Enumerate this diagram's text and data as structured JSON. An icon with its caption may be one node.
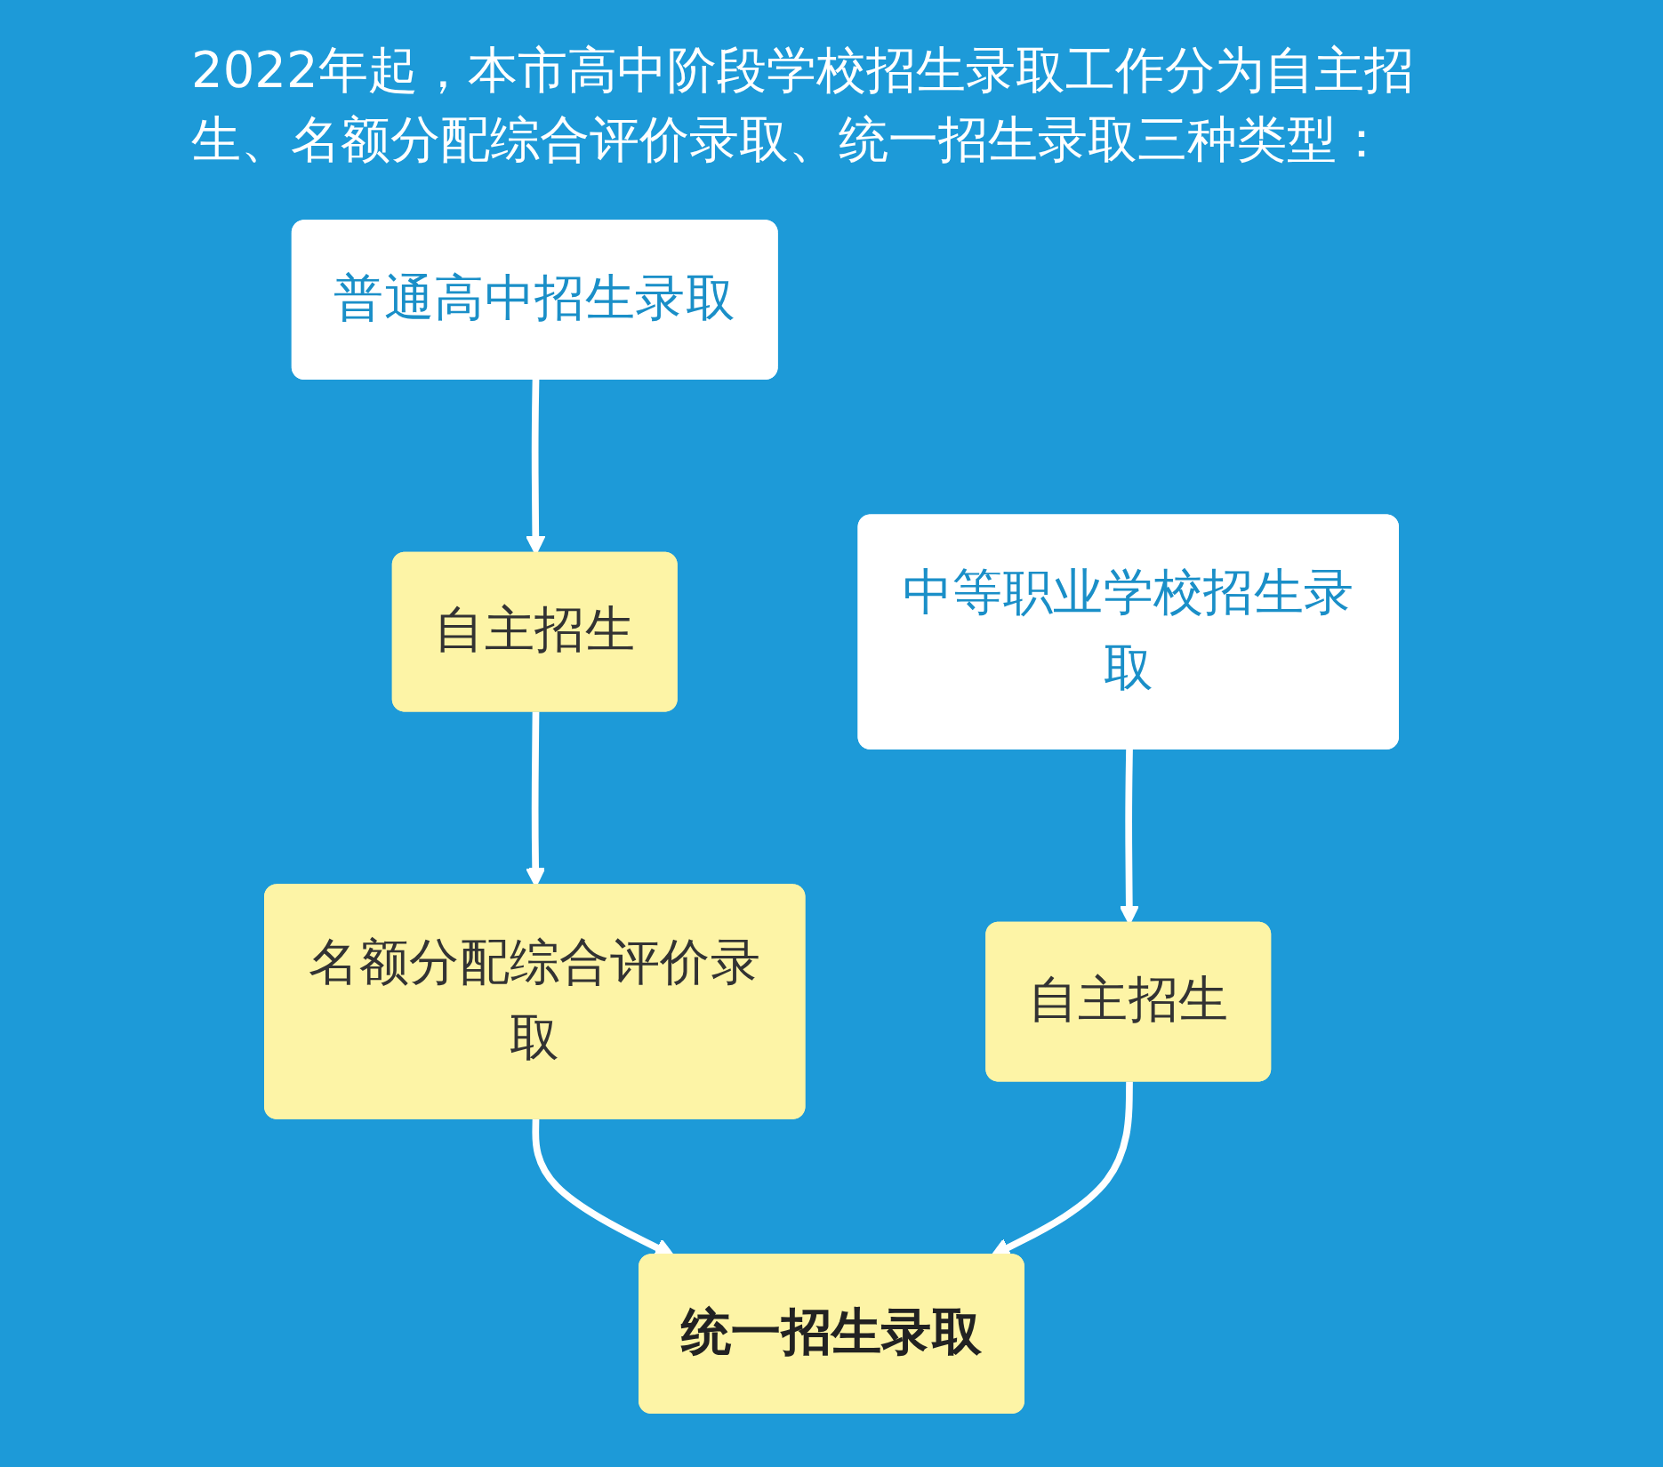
{
  "diagram": {
    "title": "2022年起，本市高中阶段学校招生录取工作分为自主招生、名额分配综合评价录取、统一招生录取三种类型：",
    "nodes": [
      {
        "text": [
          "普通高中招生录取"
        ]
      },
      {
        "text": [
          "中等职业学校招生录取"
        ]
      },
      {
        "text": [
          "自主招生"
        ]
      },
      {
        "text": [
          "自主招生"
        ]
      },
      {
        "text": [
          "名额分配综合评价录取"
        ]
      },
      {
        "text": [
          "统一招生录取"
        ]
      }
    ],
    "edges": [
      {
        "from": 0,
        "to": 2,
        "arrow": "to"
      },
      {
        "from": 1,
        "to": 3,
        "arrow": "to"
      },
      {
        "from": 2,
        "to": 4,
        "arrow": "to"
      },
      {
        "from": 4,
        "to": 5,
        "arrow": "to"
      },
      {
        "from": 3,
        "to": 5,
        "arrow": "to"
      }
    ]
  }
}
